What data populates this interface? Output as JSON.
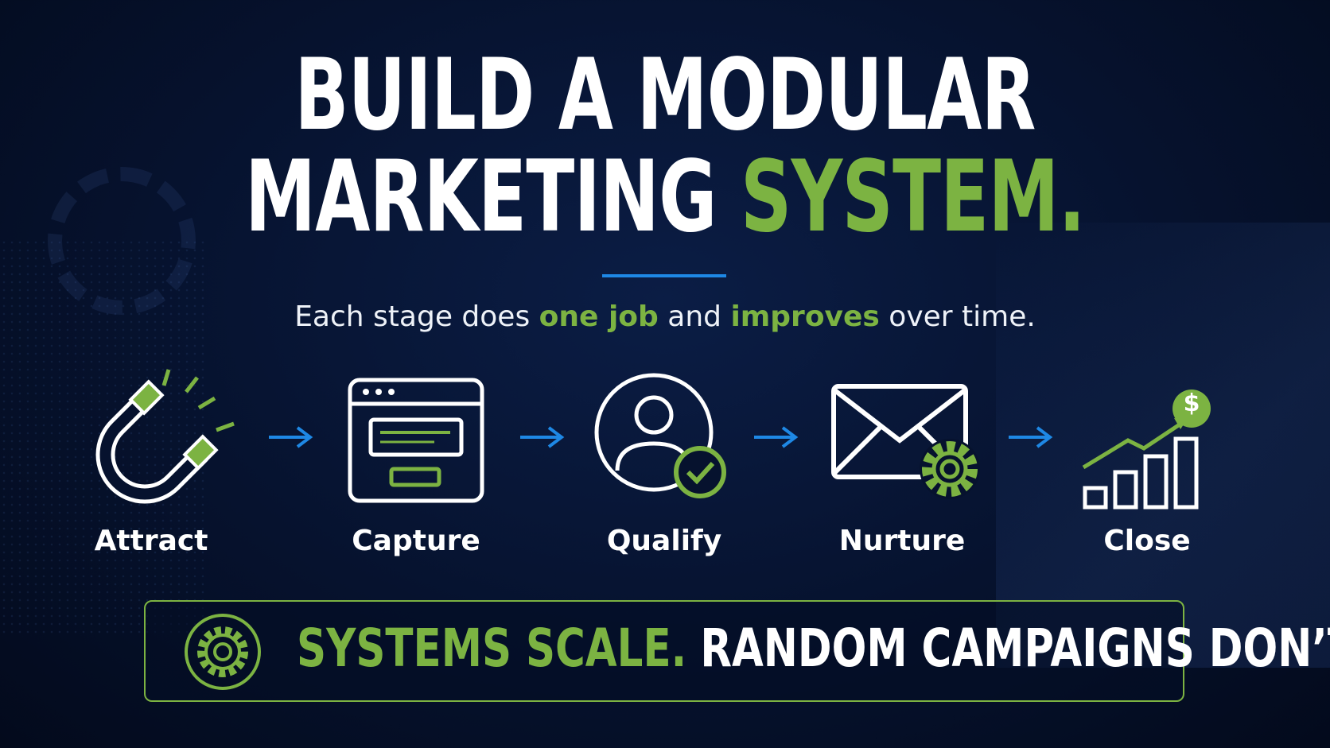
{
  "headline": {
    "line1": "BUILD A MODULAR",
    "line2_white": "MARKETING",
    "line2_green": "SYSTEM."
  },
  "subtitle": {
    "part1": "Each stage does ",
    "highlight1": "one job",
    "part2": " and ",
    "highlight2": "improves",
    "part3": " over time."
  },
  "stages": [
    {
      "label": "Attract",
      "icon": "magnet-icon"
    },
    {
      "label": "Capture",
      "icon": "browser-form-icon"
    },
    {
      "label": "Qualify",
      "icon": "user-check-icon"
    },
    {
      "label": "Nurture",
      "icon": "envelope-gear-icon"
    },
    {
      "label": "Close",
      "icon": "growth-chart-dollar-icon"
    }
  ],
  "banner": {
    "green_text": "SYSTEMS SCALE.",
    "white_text": "RANDOM CAMPAIGNS DON’T.",
    "icon": "gear-icon"
  },
  "colors": {
    "accent_green": "#7cb342",
    "accent_blue": "#1e88e5",
    "background": "#06122e",
    "text": "#ffffff"
  }
}
